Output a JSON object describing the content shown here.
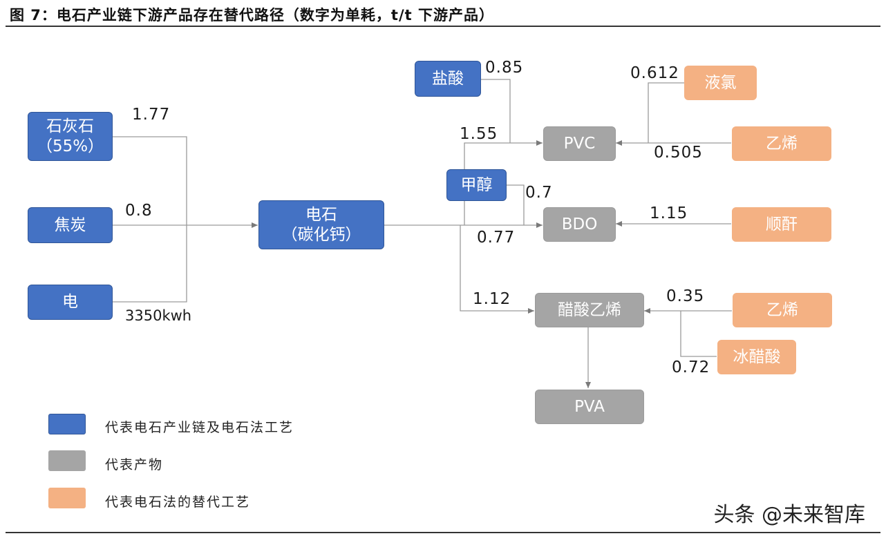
{
  "title": "图 7：电石产业链下游产品存在替代路径（数字为单耗，t/t 下游产品）",
  "nodes": {
    "limestone": {
      "line1": "石灰石",
      "line2": "（55%）"
    },
    "coke": "焦炭",
    "electricity": "电",
    "carbide": {
      "line1": "电石",
      "line2": "（碳化钙）"
    },
    "hcl": "盐酸",
    "methanol": "甲醇",
    "pvc": "PVC",
    "bdo": "BDO",
    "vac": "醋酸乙烯",
    "pva": "PVA",
    "chlorine": "液氯",
    "ethylene_pvc": "乙烯",
    "maleic": "顺酐",
    "ethylene_vac": "乙烯",
    "acetic": "冰醋酸"
  },
  "values": {
    "limestone": "1.77",
    "coke": "0.8",
    "electricity": "3350kwh",
    "hcl": "0.85",
    "carbide_pvc": "1.55",
    "methanol_bdo": "0.7",
    "carbide_bdo": "0.77",
    "carbide_vac": "1.12",
    "chlorine": "0.612",
    "ethylene_pvc": "0.505",
    "maleic": "1.15",
    "ethylene_vac": "0.35",
    "acetic": "0.72"
  },
  "legend": [
    {
      "label": "代表电石产业链及电石法工艺",
      "color": "#4472c4"
    },
    {
      "label": "代表产物",
      "color": "#a5a5a5"
    },
    {
      "label": "代表电石法的替代工艺",
      "color": "#f4b183"
    }
  ],
  "watermark": "头条 @未来智库",
  "colors": {
    "blue": "#4472c4",
    "gray": "#a5a5a5",
    "orange": "#f4b183"
  }
}
